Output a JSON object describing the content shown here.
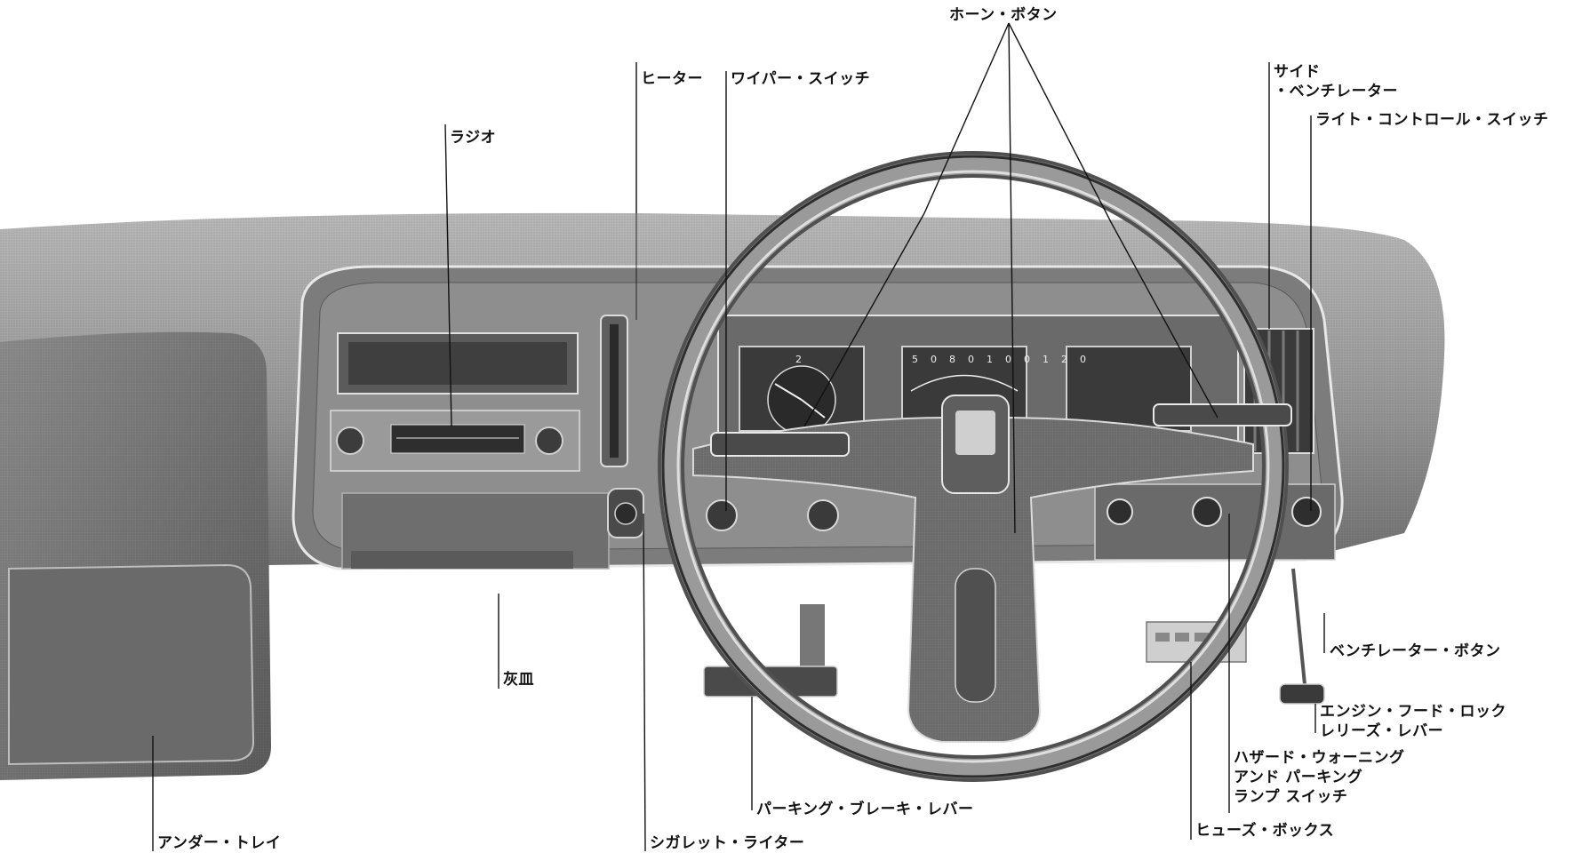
{
  "labels": {
    "horn_button": "ホーン・ボタン",
    "heater": "ヒーター",
    "wiper_switch": "ワイパー・スイッチ",
    "radio": "ラジオ",
    "side_ventilator": [
      "サイド",
      "・ベンチレーター"
    ],
    "light_control_switch": "ライト・コントロール・スイッチ",
    "ventilator_button": "ベンチレーター・ボタン",
    "ashtray": "灰皿",
    "hood_lock_release": [
      "エンジン・フード・ロック",
      "レリーズ・レバー"
    ],
    "hazard_switch": [
      "ハザード・ウォーニング",
      "アンド パーキング",
      "ランプ スイッチ"
    ],
    "parking_brake_lever": "パーキング・ブレーキ・レバー",
    "under_tray": "アンダー・トレイ",
    "cigarette_lighter": "シガレット・ライター",
    "fuse_box": "ヒューズ・ボックス"
  },
  "dashboard": {
    "speedometer_ticks": [
      "50",
      "80",
      "100",
      "120"
    ],
    "clock_tick": "2"
  }
}
